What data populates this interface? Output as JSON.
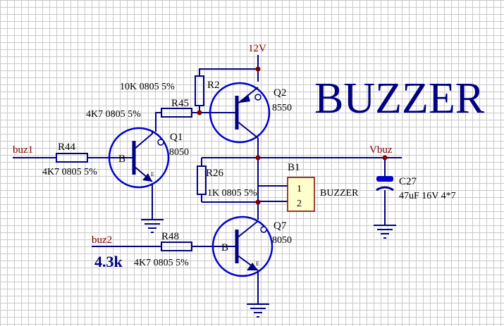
{
  "title": "BUZZER",
  "note": "4.3k",
  "nets": {
    "vcc": "12V",
    "buz1": "buz1",
    "buz2": "buz2",
    "vbuz": "Vbuz"
  },
  "components": {
    "r44": {
      "ref": "R44",
      "value": "4K7 0805 5%"
    },
    "r45": {
      "ref": "R45",
      "value": "4K7 0805 5%"
    },
    "r2": {
      "ref": "R2",
      "value": "10K 0805 5%"
    },
    "r26": {
      "ref": "R26",
      "value": "1K 0805 5%"
    },
    "r48": {
      "ref": "R48",
      "value": "4K7 0805 5%"
    },
    "q1": {
      "ref": "Q1",
      "value": "8050"
    },
    "q2": {
      "ref": "Q2",
      "value": "8550"
    },
    "q7": {
      "ref": "Q7",
      "value": "8050"
    },
    "b1": {
      "ref": "B1",
      "value": "BUZZER",
      "pin1": "1",
      "pin2": "2"
    },
    "c27": {
      "ref": "C27",
      "value": "47uF 16V 4*7"
    }
  },
  "transistor_labels": {
    "base": "B",
    "emitter": "E"
  }
}
